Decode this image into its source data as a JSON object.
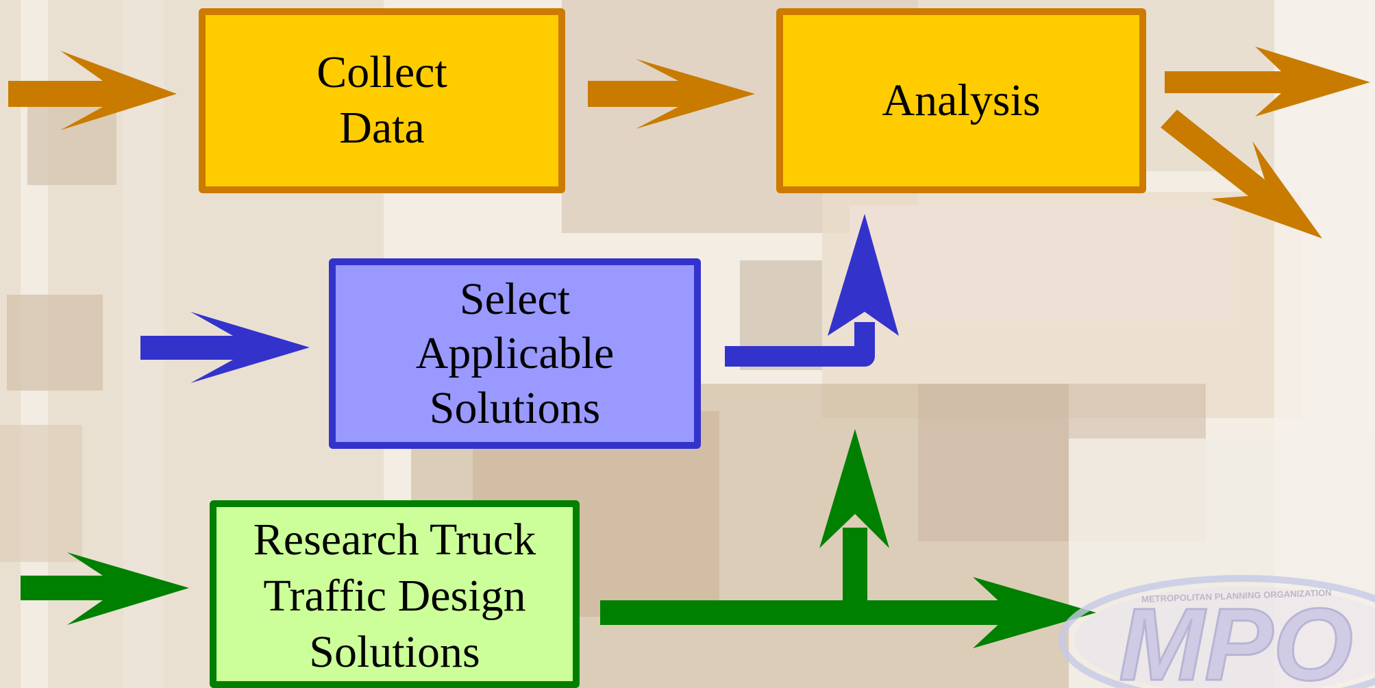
{
  "colors": {
    "orange_box_fill": "#ffcc00",
    "orange_border": "#cc7a00",
    "blue_box_fill": "#9999ff",
    "blue_border": "#3333cc",
    "green_box_fill": "#ccff99",
    "green_border": "#008000"
  },
  "boxes": {
    "collect": {
      "lines": [
        "Collect",
        "Data"
      ]
    },
    "analysis": {
      "lines": [
        "Analysis"
      ]
    },
    "select": {
      "lines": [
        "Select",
        "Applicable",
        "Solutions"
      ]
    },
    "research": {
      "lines": [
        "Research Truck",
        "Traffic Design",
        "Solutions"
      ]
    }
  },
  "logo": {
    "arc_text": "METROPOLITAN PLANNING ORGANIZATION",
    "letters": "MPO"
  }
}
